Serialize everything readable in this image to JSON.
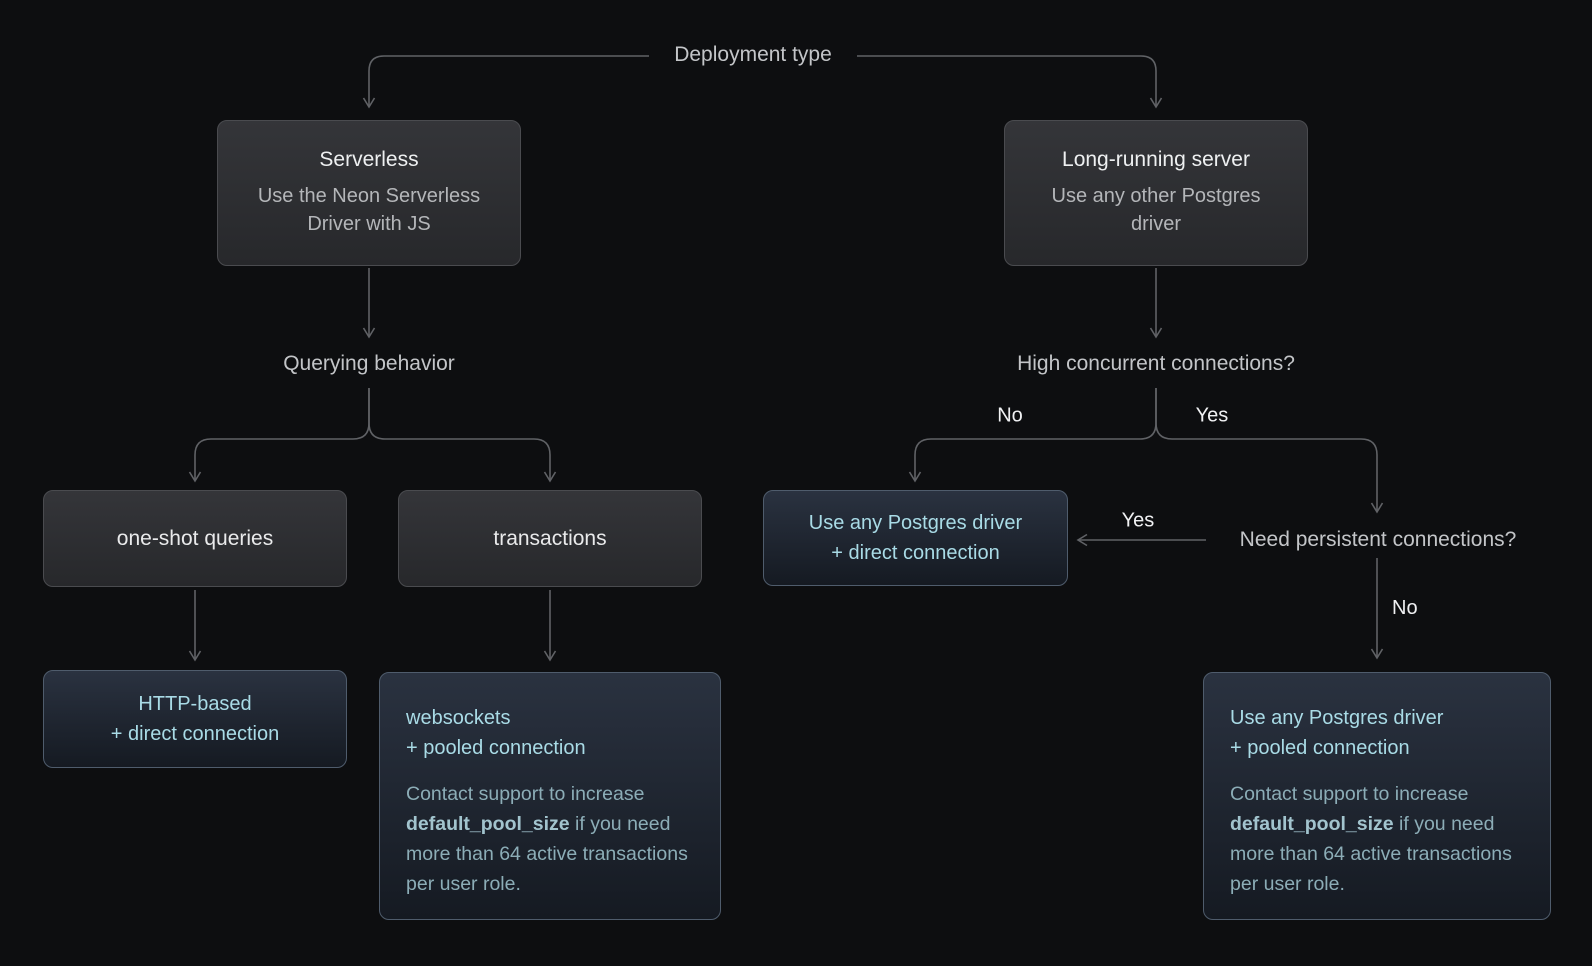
{
  "diagram_title": "Deployment type",
  "questions": {
    "querying": "Querying behavior",
    "high_concurrent": "High concurrent connections?",
    "need_persistent": "Need persistent connections?"
  },
  "edge_labels": {
    "high_concurrent_no": "No",
    "high_concurrent_yes": "Yes",
    "need_persistent_yes": "Yes",
    "need_persistent_no": "No"
  },
  "nodes": {
    "serverless": {
      "title": "Serverless",
      "subtitle": "Use the Neon Serverless Driver with JS"
    },
    "long_running_server": {
      "title": "Long-running server",
      "subtitle": "Use any other Postgres driver"
    },
    "one_shot_queries": {
      "label": "one-shot queries"
    },
    "transactions": {
      "label": "transactions"
    },
    "http_based": {
      "line1": "HTTP-based",
      "line2": "+ direct connection"
    },
    "websockets": {
      "line1": "websockets",
      "line2": "+ pooled connection",
      "note_before": "Contact support to increase",
      "note_bold": "default_pool_size",
      "note_after": "if you need more than 64 active transactions per user role."
    },
    "any_driver_direct": {
      "line1": "Use any Postgres driver",
      "line2": "+ direct connection"
    },
    "any_driver_pooled": {
      "line1": "Use any Postgres driver",
      "line2": "+ pooled connection",
      "note_before": "Contact support to increase",
      "note_bold": "default_pool_size",
      "note_after": "if you need more than 64 active transactions per user role."
    }
  },
  "colors": {
    "background": "#0d0e10",
    "connector": "#606266",
    "accent_text": "#a9dbe6",
    "note_text": "#8cadb7",
    "gray_box_background_top": "#343539",
    "gray_box_background_bottom": "#27282b",
    "gray_box_border": "#4a4b4f",
    "blue_box_background_top": "#2a3240",
    "blue_box_background_bottom": "#151a22",
    "blue_box_border": "#4f5c6c"
  }
}
